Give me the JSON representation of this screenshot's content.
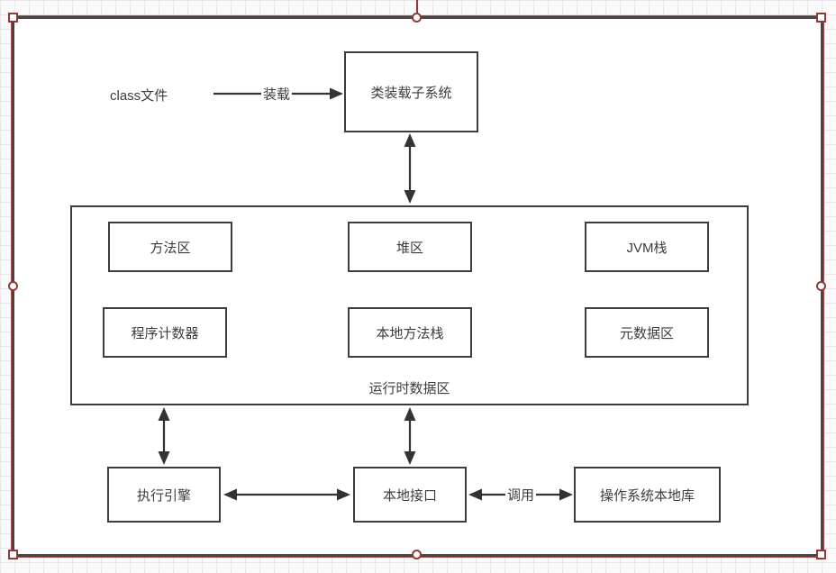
{
  "nodes": {
    "class_loader_subsystem": "类装载子系统",
    "runtime_data_area": "运行时数据区",
    "method_area": "方法区",
    "heap_area": "堆区",
    "jvm_stack": "JVM栈",
    "program_counter": "程序计数器",
    "native_method_stack": "本地方法栈",
    "metadata_area": "元数据区",
    "execution_engine": "执行引擎",
    "native_interface": "本地接口",
    "os_native_library": "操作系统本地库"
  },
  "labels": {
    "class_file": "class文件",
    "edge_load": "装载",
    "edge_call": "调用"
  },
  "colors": {
    "box_border": "#3d3d3d",
    "arrow": "#333333",
    "text": "#3c3c3c",
    "selection_border": "#4c4242",
    "handle_border": "#8e3b37",
    "grid_line": "#e7e7e7",
    "canvas_bg": "#fafafa",
    "shape_bg": "#ffffff"
  }
}
